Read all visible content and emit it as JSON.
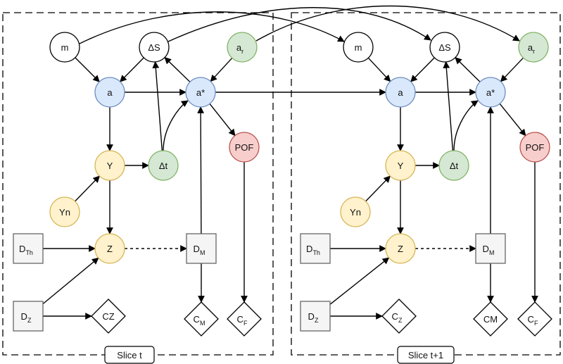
{
  "colors": {
    "blue": "#dae8fc",
    "blue_stroke": "#6c8ebf",
    "yellow": "#fff2cc",
    "yellow_stroke": "#d6b656",
    "green": "#d5e8d4",
    "green_stroke": "#82b366",
    "red": "#f8cecc",
    "red_stroke": "#b85450",
    "grey": "#f5f5f5",
    "grey_stroke": "#666666",
    "white": "#ffffff",
    "black": "#000000"
  },
  "slices": [
    {
      "id": "slice-t",
      "label": "Slice t"
    },
    {
      "id": "slice-t1",
      "label": "Slice t+1"
    }
  ],
  "nodes": {
    "m1": {
      "main": "m"
    },
    "dS1": {
      "main": "ΔS"
    },
    "ar1": {
      "main": "a",
      "sub": "r"
    },
    "a1": {
      "main": "a"
    },
    "as1": {
      "main": "a*"
    },
    "Y1": {
      "main": "Y"
    },
    "dt1": {
      "main": "Δt"
    },
    "POF1": {
      "main": "POF"
    },
    "Yn1": {
      "main": "Yn"
    },
    "Z1": {
      "main": "Z"
    },
    "DTh1": {
      "main": "D",
      "sub": "Th"
    },
    "DM1": {
      "main": "D",
      "sub": "M"
    },
    "DZ1": {
      "main": "D",
      "sub": "Z"
    },
    "CZ1": {
      "main": "CZ"
    },
    "CM1": {
      "main": "C",
      "sub": "M"
    },
    "CF1": {
      "main": "C",
      "sub": "F"
    },
    "m2": {
      "main": "m"
    },
    "dS2": {
      "main": "ΔS"
    },
    "ar2": {
      "main": "a",
      "sub": "r"
    },
    "a2": {
      "main": "a"
    },
    "as2": {
      "main": "a*"
    },
    "Y2": {
      "main": "Y"
    },
    "dt2": {
      "main": "Δt"
    },
    "POF2": {
      "main": "POF"
    },
    "Yn2": {
      "main": "Yn"
    },
    "Z2": {
      "main": "Z"
    },
    "DTh2": {
      "main": "D",
      "sub": "Th"
    },
    "DM2": {
      "main": "D",
      "sub": "M"
    },
    "DZ2": {
      "main": "D",
      "sub": "Z"
    },
    "CZ2": {
      "main": "C",
      "sub": "Z"
    },
    "CM2": {
      "main": "CM"
    },
    "CF2": {
      "main": "C",
      "sub": "F"
    }
  }
}
